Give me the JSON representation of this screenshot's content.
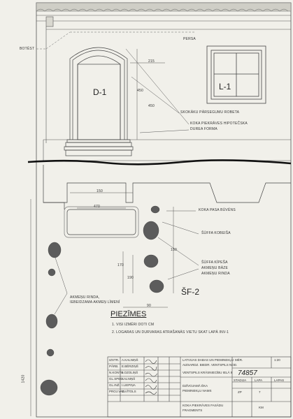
{
  "drawing": {
    "labels": {
      "door": "D-1",
      "window": "L-1",
      "section": "ŠF-2",
      "top_left": "BOTĒST",
      "top_right": "PERSA",
      "callout_1": "SKOKĀKU PĀRSEGUMU ROBETA",
      "callout_2": "KOKA PIEKRĀVES HIPOTEČSKA",
      "callout_3": "DUREA FORMA",
      "callout_4": "KOKA PASA BŪVĒNS",
      "callout_5": "ŠŪFFA KOBEIŠA",
      "callout_6": "ŠŪFFA KĪPEŠA",
      "callout_7": "AKMEŅU BĀZE",
      "callout_8": "AKMEŅU RINDA",
      "callout_9": "AKMEŅU RINDA,",
      "callout_10": "IEBEIDZAMA AKMEŅ LĪMENĪ"
    },
    "dimensions": [
      "215",
      "450",
      "450",
      "150",
      "470",
      "170",
      "190",
      "150",
      "90",
      "1420"
    ]
  },
  "notes": {
    "heading": "PIEZĪMES",
    "line1": "1. VISI IZMĒRI DOTI CM",
    "line2": "2. LOGARAS UN DURVARAS ATRAŠANĀS VIETU SKAT LAPĀ INV-1"
  },
  "title_block": {
    "project_line1": "LATVIJAS DABAS UN PIEMINEKĻU",
    "project_line2": "AIZSARDZ. BIEDR. VENTSPILS NOD.",
    "object_line": "VENTSPILS KRĀSNIECĪBU IELĀ 9",
    "building_line1": "DZĪVOJAMĀ ĒKA",
    "building_line2": "PIEMINEKĻU NAMS",
    "sheet_title_line1": "KOKA PIEKRĀVES FASĀDU",
    "sheet_title_line2": "FRAGMENTS",
    "inv_number": "74857",
    "stage_label": "STADIJA",
    "sheet_label": "LAPA",
    "sheets_label": "LAPAS",
    "stage": "ZP",
    "sheet": "7",
    "scale_label": "MĒR.",
    "scale": "1:20",
    "code": "KM",
    "staff_roles": [
      "IZSTR.",
      "PĀRB.",
      "N.KONTR.",
      "GL.SPEC.",
      "GL.INŽ.",
      "PROJ.VAD."
    ],
    "staff_names": [
      "A.KALNIŅŠ",
      "E.BĒRZIŅŠ",
      "J.OZOLIŅŠ",
      "KALNIŅŠ",
      "I.LIEPIŅA",
      "G.VĪTOLS"
    ]
  }
}
